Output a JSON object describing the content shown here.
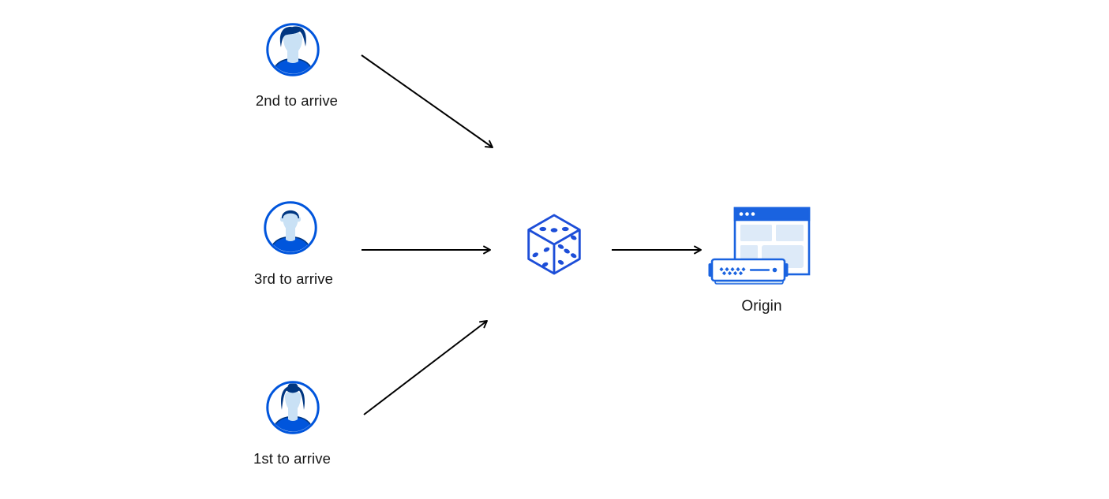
{
  "diagram": {
    "description": "Three visitors are routed through a random selection (dice) to an origin server",
    "nodes": {
      "second_visitor": {
        "label": "2nd to arrive",
        "icon": "man-avatar-icon"
      },
      "third_visitor": {
        "label": "3rd to arrive",
        "icon": "man-avatar-icon"
      },
      "first_visitor": {
        "label": "1st to arrive",
        "icon": "woman-avatar-icon"
      },
      "random_selector": {
        "icon": "dice-icon"
      },
      "origin": {
        "label": "Origin",
        "icon": "origin-server-icon"
      }
    },
    "edges": [
      {
        "from": "second_visitor",
        "to": "random_selector"
      },
      {
        "from": "third_visitor",
        "to": "random_selector"
      },
      {
        "from": "first_visitor",
        "to": "random_selector"
      },
      {
        "from": "random_selector",
        "to": "origin"
      }
    ],
    "colors": {
      "primary_blue": "#0055dc",
      "dark_navy": "#003681",
      "skin_light_blue": "#c9e1f5",
      "panel_pale_blue": "#ddeaf8",
      "browser_bar_blue": "#1a63e0",
      "dice_blue": "#1d4ed8",
      "server_base_blue": "#cde2f6",
      "arrow_black": "#000000",
      "label_text": "#151515",
      "background": "#ffffff"
    }
  }
}
